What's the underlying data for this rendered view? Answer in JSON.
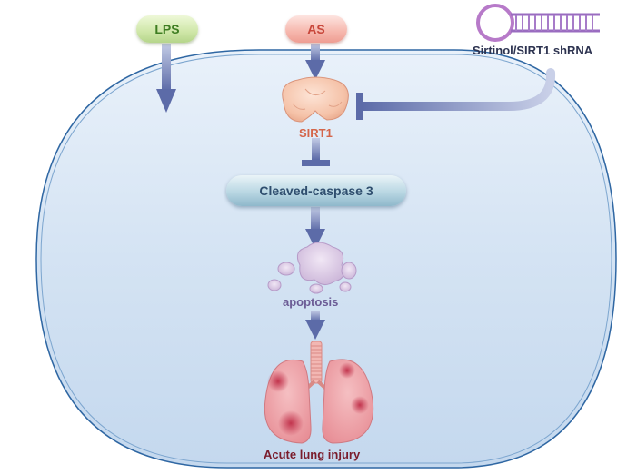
{
  "labels": {
    "lps": "LPS",
    "as": "AS",
    "inhibitor": "Sirtinol/SIRT1 shRNA",
    "sirt1": "SIRT1",
    "caspase": "Cleaved-caspase 3",
    "apoptosis": "apoptosis",
    "outcome": "Acute lung injury"
  },
  "colors": {
    "cell_fill": "#cfe0f2",
    "cell_border": "#2f67a3",
    "arrow": "#6c7bb3",
    "lps_text": "#3e7d22",
    "as_text": "#c8473b",
    "sirt1_text": "#d4654a",
    "caspase_text": "#2f4e6e",
    "apoptosis_text": "#6b5b95",
    "outcome_text": "#7a1c2c",
    "inhibitor_text": "#2d3350"
  },
  "icons": {
    "sirt1": "sirt1-protein-icon",
    "apoptosis": "apoptotic-cell-icon",
    "lung": "lungs-icon",
    "shrna": "shrna-hairpin-icon"
  }
}
